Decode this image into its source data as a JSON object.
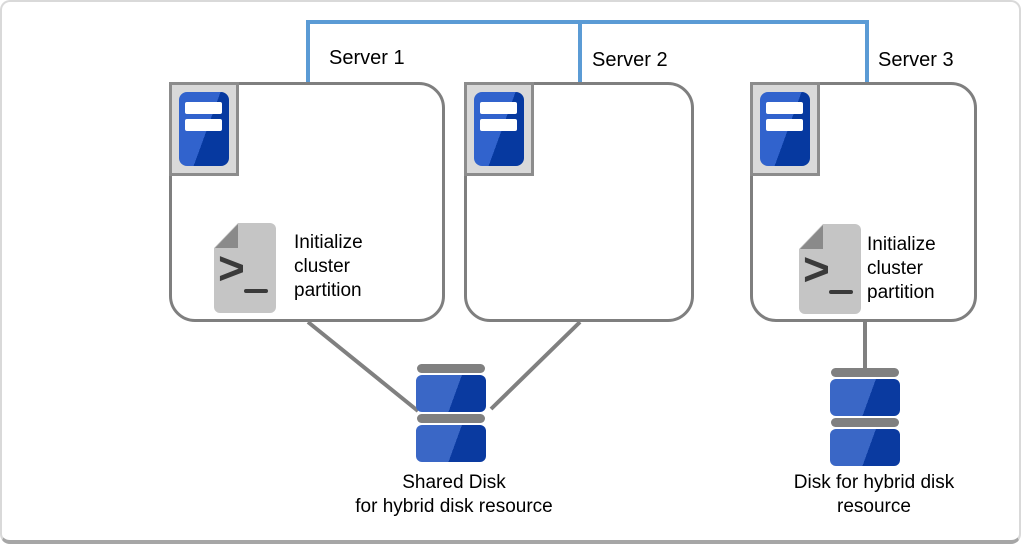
{
  "colors": {
    "network_line": "#5b9bd5",
    "connector": "#808080",
    "box_border": "#7f7f7f",
    "box_fill": "#ffffff",
    "icon_bg": "#d9d9d9",
    "icon_border": "#8c8c8c",
    "server_blue_light": "#3163cd",
    "server_blue_dark": "#0639a0",
    "disk_blue_light": "#3a67c6",
    "disk_blue_dark": "#0a3aa0",
    "disk_gray": "#808080",
    "script_body": "#c5c5c5",
    "script_fold": "#8a8a8a",
    "script_glyph": "#3a3a3a",
    "canvas_border": "#d9d9d9",
    "canvas_border_bottom": "#a6a6a6",
    "text": "#000000"
  },
  "servers": [
    {
      "label": "Server 1",
      "script_lines": [
        "Initialize",
        "cluster",
        "partition"
      ]
    },
    {
      "label": "Server 2"
    },
    {
      "label": "Server 3",
      "script_lines": [
        "Initialize",
        "cluster",
        "partition"
      ]
    }
  ],
  "glyphs": {
    "prompt": ">"
  },
  "disks": [
    {
      "label_lines": [
        "Shared Disk",
        "for hybrid disk resource"
      ]
    },
    {
      "label_lines": [
        "Disk for hybrid disk",
        "resource"
      ]
    }
  ]
}
